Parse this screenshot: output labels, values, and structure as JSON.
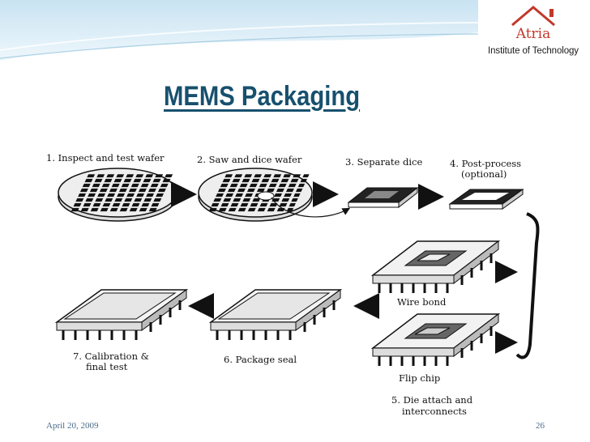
{
  "logo": {
    "brand": "Atria",
    "subtitle": "Institute of Technology"
  },
  "title": "MEMS Packaging",
  "steps": {
    "s1": "1. Inspect and test wafer",
    "s2": "2. Saw and dice wafer",
    "s3": "3. Separate dice",
    "s4a": "4. Post-process",
    "s4b": "(optional)",
    "wire": "Wire bond",
    "flip": "Flip chip",
    "s5a": "5. Die attach and",
    "s5b": "interconnects",
    "s6": "6. Package seal",
    "s7a": "7. Calibration &",
    "s7b": "final test"
  },
  "footer": {
    "date": "April 20, 2009",
    "page": "26"
  },
  "colors": {
    "title": "#17506e",
    "footer": "#4a6c8a",
    "band": "#dcecf6"
  }
}
